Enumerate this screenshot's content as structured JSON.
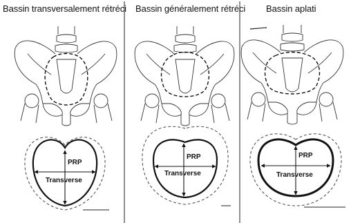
{
  "panels": [
    {
      "title": "Bassin transversalement rétréci",
      "prp_label": "PRP",
      "transverse_label": "Transverse"
    },
    {
      "title": "Bassin généralement rétréci",
      "prp_label": "PRP",
      "transverse_label": "Transverse"
    },
    {
      "title": "Bassin aplati",
      "prp_label": "PRP",
      "transverse_label": "Transverse"
    }
  ],
  "colors": {
    "line": "#111111",
    "dashed": "#444444",
    "background": "#ffffff"
  }
}
